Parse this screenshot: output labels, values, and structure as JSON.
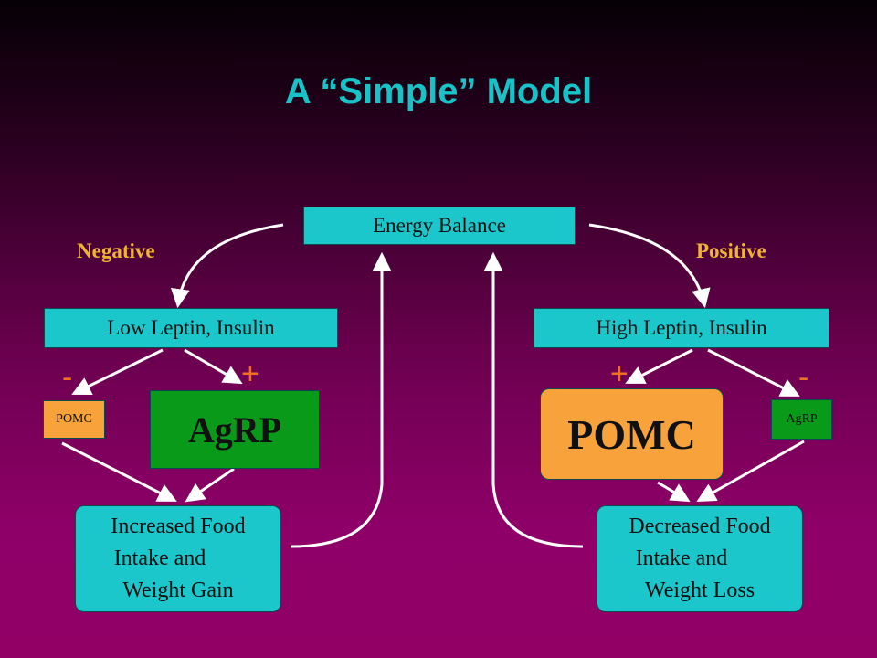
{
  "slide": {
    "title": "A “Simple” Model",
    "top": {
      "label": "Energy Balance"
    },
    "left": {
      "branch_label": "Negative",
      "signal": "Low Leptin, Insulin",
      "minus_sign": "-",
      "plus_sign": "+",
      "small_box": "POMC",
      "big_box": "AgRP",
      "outcome_lines": [
        "Increased Food",
        "Intake and",
        "Weight Gain"
      ]
    },
    "right": {
      "branch_label": "Positive",
      "signal": "High Leptin, Insulin",
      "plus_sign": "+",
      "minus_sign": "-",
      "big_box": "POMC",
      "small_box": "AgRP",
      "outcome_lines": [
        "Decreased Food",
        "Intake and",
        "Weight Loss"
      ]
    }
  },
  "colors": {
    "cyan_box": "#1cc7cc",
    "green_box": "#0a9a1a",
    "orange_box": "#f7a23a",
    "title": "#18c3c8",
    "label": "#f0b430",
    "sign": "#f07020",
    "arrow": "#ffffff"
  }
}
